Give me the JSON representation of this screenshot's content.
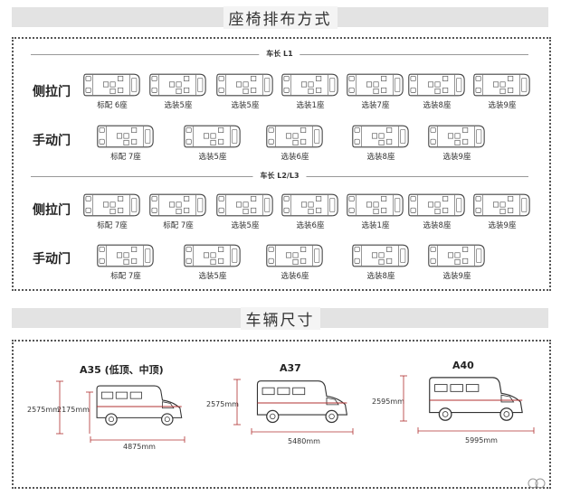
{
  "seating": {
    "title": "座椅排布方式",
    "section_l1": "车长 L1",
    "section_l23": "车长 L2/L3",
    "row_side": "侧拉门",
    "row_manual": "手动门",
    "l1_side": [
      "标配 6座",
      "选装5座",
      "选装5座",
      "选装1座",
      "选装7座",
      "选装8座",
      "选装9座"
    ],
    "l1_manual": [
      "标配 7座",
      "选装5座",
      "选装6座",
      "选装8座",
      "选装9座"
    ],
    "l23_side": [
      "标配 7座",
      "标配 7座",
      "选装5座",
      "选装6座",
      "选装1座",
      "选装8座",
      "选装9座"
    ],
    "l23_manual": [
      "标配 7座",
      "选装5座",
      "选装6座",
      "选装8座",
      "选装9座"
    ]
  },
  "dimensions": {
    "title": "车辆尺寸",
    "a35": {
      "name": "A35 (低顶、中顶)",
      "h1": "2575mm",
      "h2": "2175mm",
      "len": "4875mm"
    },
    "a37": {
      "name": "A37",
      "h": "2575mm",
      "len": "5480mm"
    },
    "a40": {
      "name": "A40",
      "h": "2595mm",
      "len": "5995mm"
    }
  },
  "colors": {
    "header_bg": "#e3e3e3",
    "line": "#555555",
    "accent": "#b03030"
  }
}
